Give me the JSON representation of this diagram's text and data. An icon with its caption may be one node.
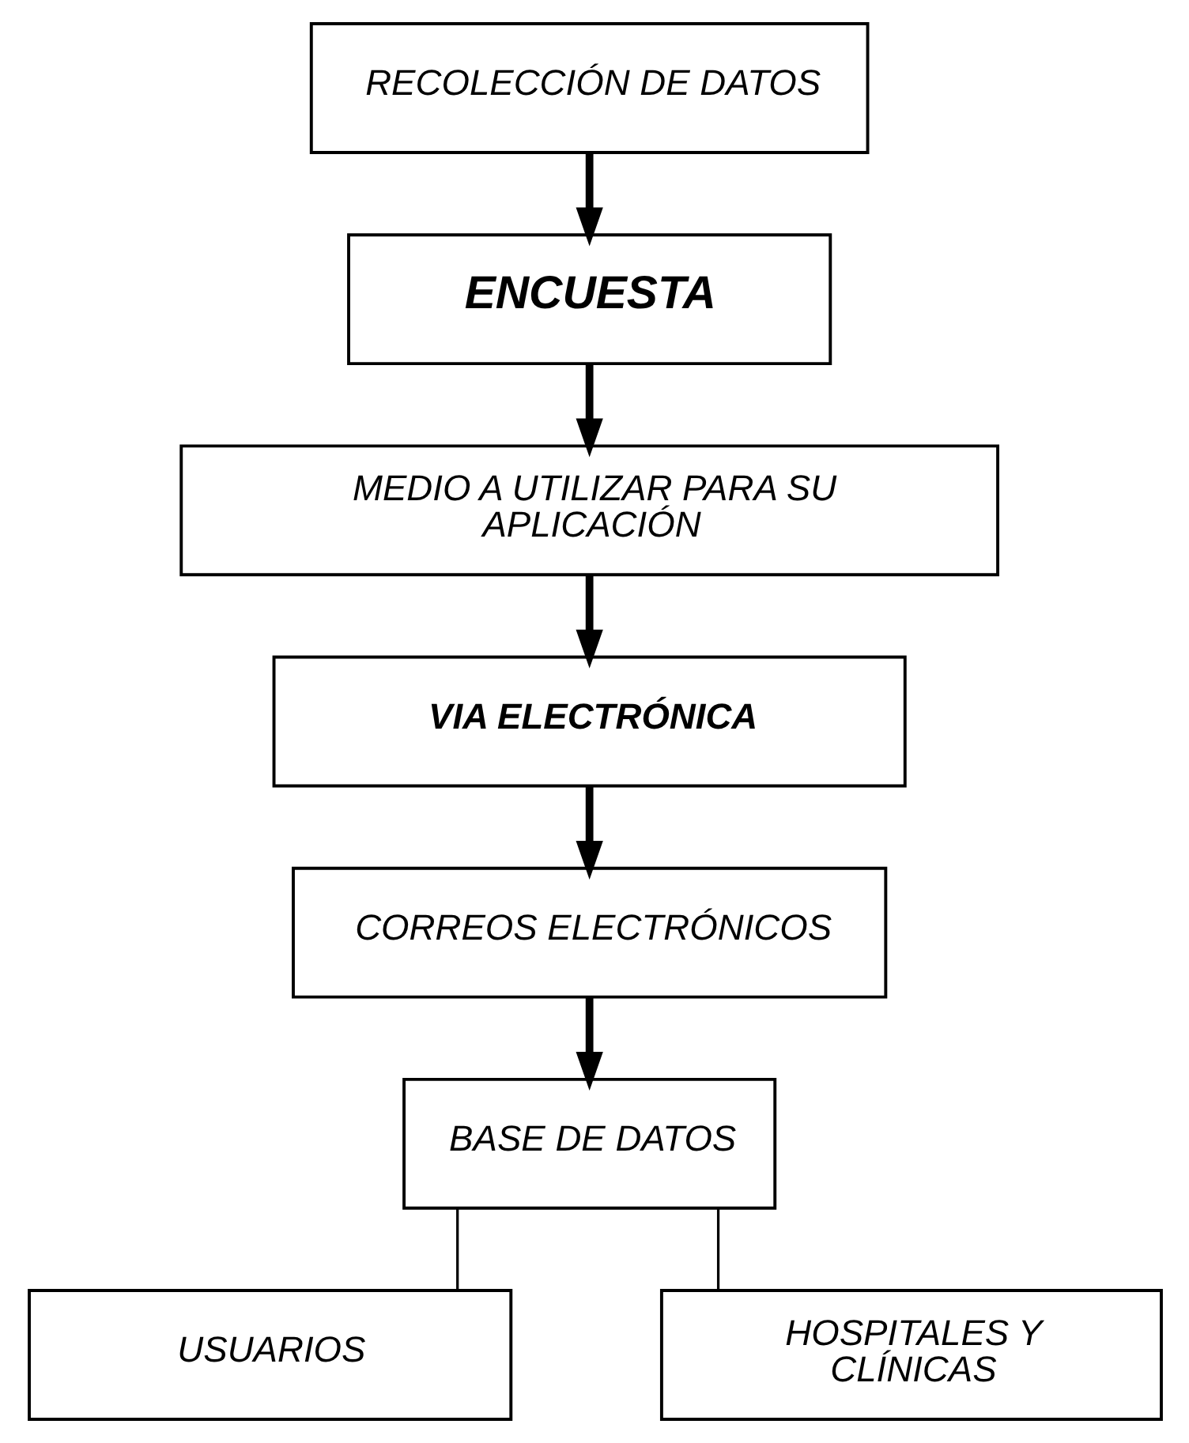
{
  "diagram": {
    "nodes": [
      {
        "text": [
          "RECOLECCIÓN DE DATOS"
        ]
      },
      {
        "text": [
          "ENCUESTA"
        ]
      },
      {
        "text": [
          "MEDIO A UTILIZAR PARA SU APLICACIÓN"
        ]
      },
      {
        "text": [
          "VIA ELECTRÓNICA"
        ]
      },
      {
        "text": [
          "CORREOS ELECTRÓNICOS"
        ]
      },
      {
        "text": [
          "BASE DE DATOS"
        ]
      },
      {
        "text": [
          "USUARIOS"
        ]
      },
      {
        "text": [
          "HOSPITALES Y CLÍNICAS"
        ]
      }
    ],
    "edges": [
      {
        "from": 0,
        "to": 1,
        "arrow": "to"
      },
      {
        "from": 1,
        "to": 2,
        "arrow": "to"
      },
      {
        "from": 2,
        "to": 3,
        "arrow": "to"
      },
      {
        "from": 3,
        "to": 4,
        "arrow": "to"
      },
      {
        "from": 4,
        "to": 5,
        "arrow": "to"
      },
      {
        "from": 5,
        "to": 6,
        "arrow": "none"
      },
      {
        "from": 5,
        "to": 7,
        "arrow": "none"
      }
    ]
  }
}
